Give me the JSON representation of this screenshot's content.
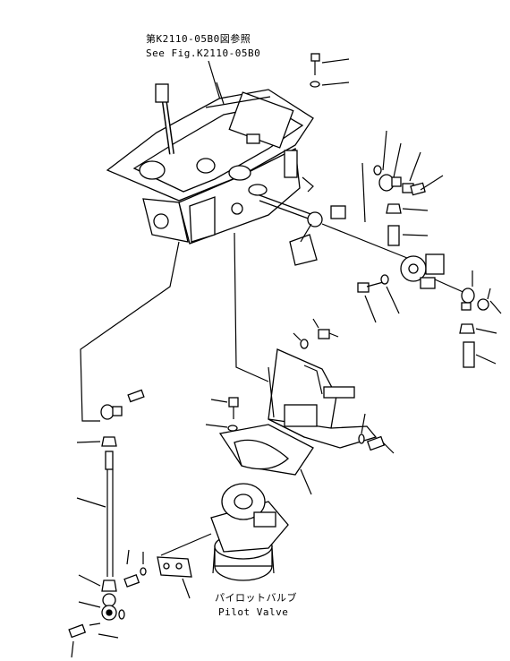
{
  "references": {
    "upper_ja": "第K2110-05B0図参照",
    "upper_en": "See Fig.K2110-05B0"
  },
  "callouts": {
    "pilot_valve_ja": "パイロットバルブ",
    "pilot_valve_en": "Pilot Valve"
  }
}
